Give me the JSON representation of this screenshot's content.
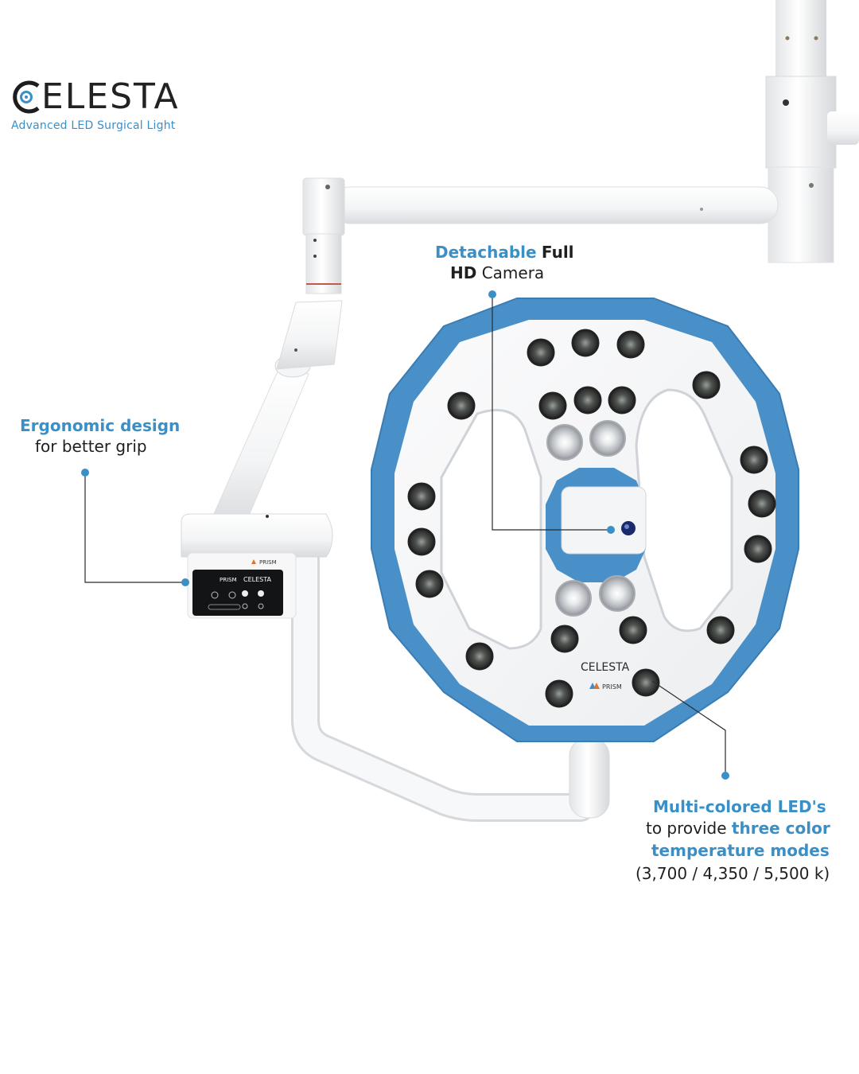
{
  "brand": {
    "logo_text": "ELESTA",
    "tagline": "Advanced LED Surgical Light"
  },
  "callouts": {
    "camera": {
      "line1_blue": "Detachable",
      "line1_dark": "Full",
      "line2_dark": "HD",
      "line2_rest": "Camera"
    },
    "ergonomic": {
      "title": "Ergonomic design",
      "subtitle": "for better grip"
    },
    "leds": {
      "title": "Multi-colored LED's",
      "line2_prefix": "to provide",
      "line2_blue": "three color",
      "line3": "temperature modes",
      "line4": "(3,700 / 4,350 / 5,500 k)"
    }
  },
  "device": {
    "head_logo": "CELESTA",
    "head_brand": "PRISM",
    "panel_brand": "PRISM",
    "panel_logo": "CELESTA",
    "handle_brand": "PRISM"
  },
  "colors": {
    "accent": "#3a8fc7",
    "ring": "#4a90c8",
    "text": "#1f1f1f"
  }
}
